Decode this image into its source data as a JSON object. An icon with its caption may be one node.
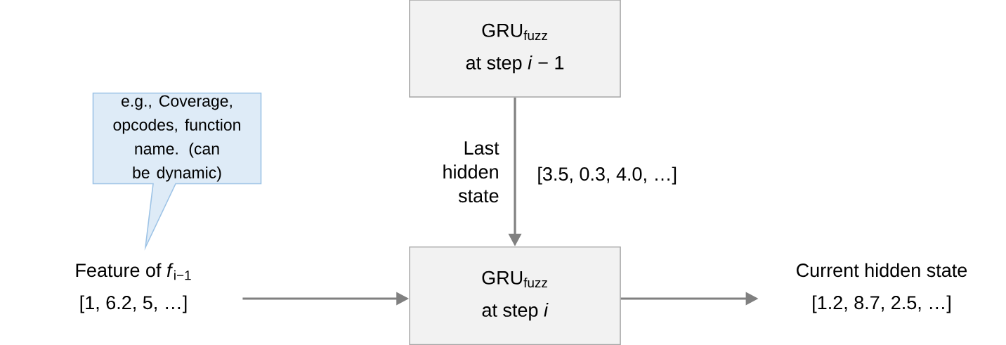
{
  "diagram": {
    "nodes": [
      {
        "text": [
          "GRU$_{fuzz}$",
          "at step *i* − 1"
        ]
      },
      {
        "text": [
          "e.g., Coverage, opcodes, function name. (can be dynamic)"
        ]
      },
      {
        "text": [
          "Feature of *f*$_{i−1}$",
          "[1, 6.2, 5, …]"
        ]
      },
      {
        "text": [
          "GRU$_{fuzz}$",
          "at step *i*"
        ]
      },
      {
        "text": [
          "Current hidden state",
          "[1.2, 8.7, 2.5, …]"
        ]
      }
    ],
    "edges": [
      {
        "from": 0,
        "to": 3,
        "arrow": "to",
        "label": "Last hidden state"
      },
      {
        "from": 2,
        "to": 3,
        "arrow": "to"
      },
      {
        "from": 3,
        "to": 4,
        "arrow": "to"
      }
    ],
    "labels": [
      "[3.5, 0.3, 4.0, …]"
    ]
  }
}
